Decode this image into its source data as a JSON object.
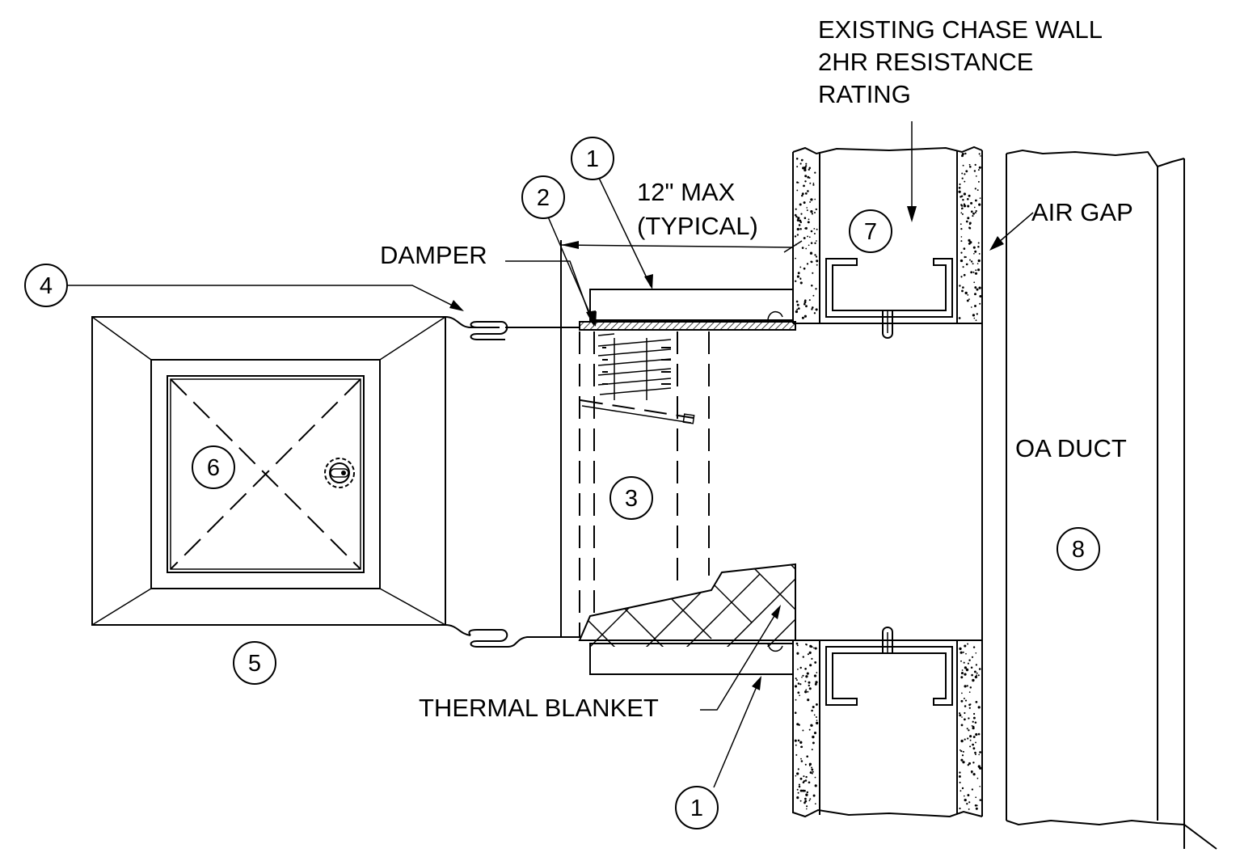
{
  "labels": {
    "wall_line1": "EXISTING CHASE WALL",
    "wall_line2": "2HR RESISTANCE",
    "wall_line3": "RATING",
    "dimension": "12\" MAX",
    "dimension_note": "(TYPICAL)",
    "damper": "DAMPER",
    "air_gap": "AIR GAP",
    "oa_duct": "OA DUCT",
    "thermal_blanket": "THERMAL BLANKET"
  },
  "callouts": {
    "c1_top": "1",
    "c2": "2",
    "c3": "3",
    "c4": "4",
    "c5": "5",
    "c6": "6",
    "c7": "7",
    "c8": "8",
    "c1_bottom": "1"
  }
}
